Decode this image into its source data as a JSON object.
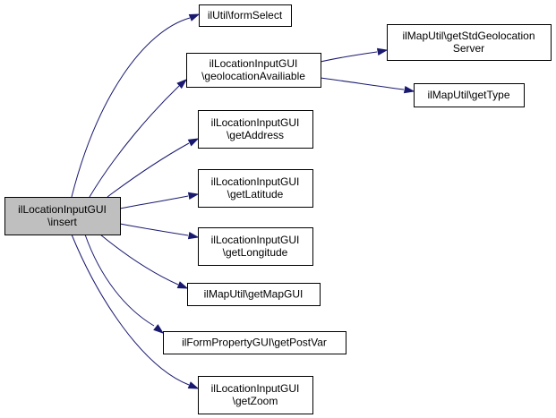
{
  "diagram": {
    "colors": {
      "edge": "#191970",
      "root_fill": "#bfbfbf",
      "node_fill": "#ffffff",
      "border": "#000000"
    },
    "nodes": {
      "insert": {
        "lines": [
          "ilLocationInputGUI",
          "\\insert"
        ]
      },
      "formSelect": {
        "lines": [
          "ilUtil\\formSelect"
        ]
      },
      "geoAvail": {
        "lines": [
          "ilLocationInputGUI",
          "\\geolocationAvailiable"
        ]
      },
      "stdGeoServer": {
        "lines": [
          "ilMapUtil\\getStdGeolocation",
          "Server"
        ]
      },
      "getType": {
        "lines": [
          "ilMapUtil\\getType"
        ]
      },
      "getAddress": {
        "lines": [
          "ilLocationInputGUI",
          "\\getAddress"
        ]
      },
      "getLatitude": {
        "lines": [
          "ilLocationInputGUI",
          "\\getLatitude"
        ]
      },
      "getLongitude": {
        "lines": [
          "ilLocationInputGUI",
          "\\getLongitude"
        ]
      },
      "getMapGUI": {
        "lines": [
          "ilMapUtil\\getMapGUI"
        ]
      },
      "getPostVar": {
        "lines": [
          "ilFormPropertyGUI\\getPostVar"
        ]
      },
      "getZoom": {
        "lines": [
          "ilLocationInputGUI",
          "\\getZoom"
        ]
      }
    },
    "edges": [
      [
        "insert",
        "formSelect"
      ],
      [
        "insert",
        "geoAvail"
      ],
      [
        "geoAvail",
        "stdGeoServer"
      ],
      [
        "geoAvail",
        "getType"
      ],
      [
        "insert",
        "getAddress"
      ],
      [
        "insert",
        "getLatitude"
      ],
      [
        "insert",
        "getLongitude"
      ],
      [
        "insert",
        "getMapGUI"
      ],
      [
        "insert",
        "getPostVar"
      ],
      [
        "insert",
        "getZoom"
      ]
    ]
  }
}
